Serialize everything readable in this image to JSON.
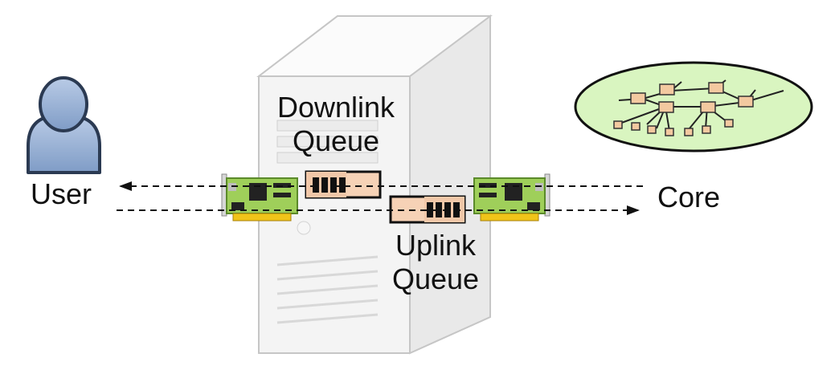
{
  "labels": {
    "user": "User",
    "core": "Core",
    "downlink_queue": [
      "Downlink",
      "Queue"
    ],
    "uplink_queue": [
      "Uplink",
      "Queue"
    ]
  },
  "colors": {
    "user_fill": "#9bb4d6",
    "user_stroke": "#2b3a52",
    "server_face": "#f4f4f4",
    "server_stroke": "#bdbdbd",
    "nic_board": "#9fcf5a",
    "nic_board_edge": "#5b8a2a",
    "nic_contacts": "#f0c419",
    "queue_fill": "#f6d2b6",
    "queue_frame": "#111111",
    "cloud_fill": "#d9f5c0",
    "cloud_node": "#f3c9a0",
    "arrow": "#111111"
  },
  "icons": {
    "user": "person-icon",
    "server": "server-tower-icon",
    "nic": "network-card-icon",
    "queue": "queue-buffer-icon",
    "cloud": "core-network-cloud-icon"
  }
}
